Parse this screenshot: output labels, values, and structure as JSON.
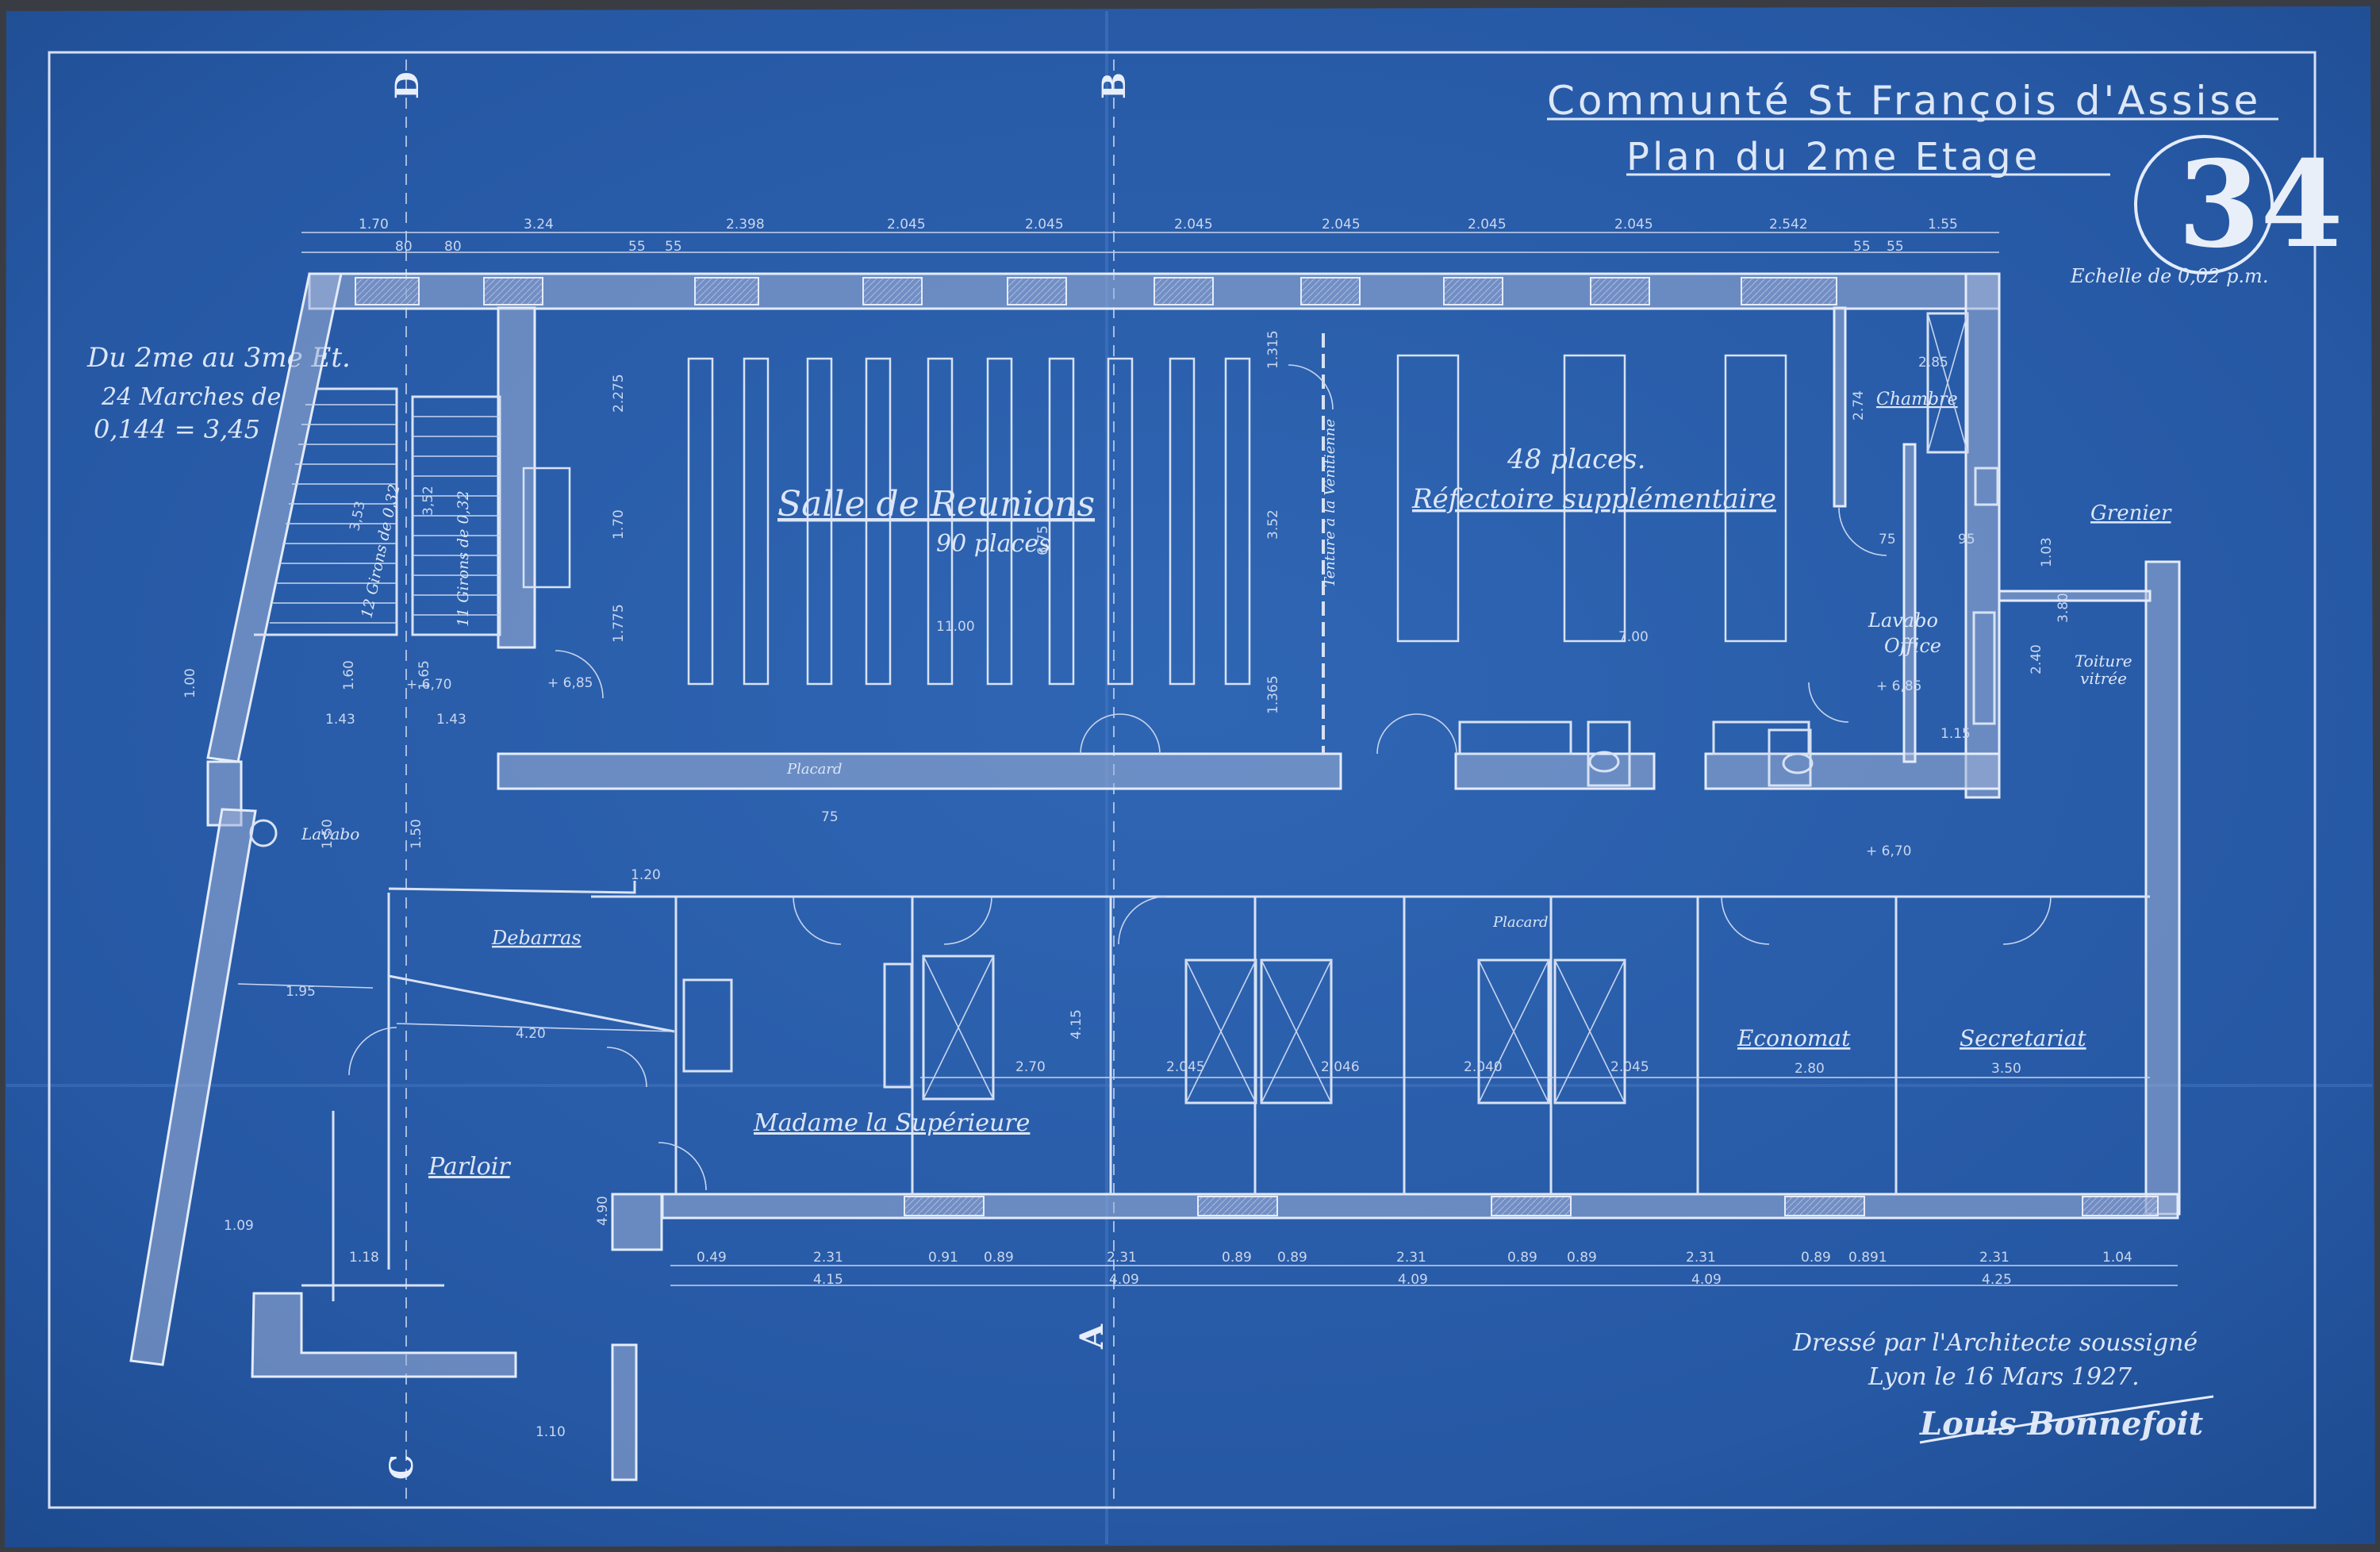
{
  "title": {
    "line1": "Communté   St François d'Assise",
    "line2": "Plan  du  2me  Etage",
    "sheet_number": "34",
    "scale": "Echelle de 0,02 p.m."
  },
  "stair_note": {
    "line1": "Du 2me au 3me Et.",
    "line2": "24 Marches de",
    "line3": "0,144 = 3,45"
  },
  "section_marks": {
    "a": "A",
    "b": "B",
    "c": "C",
    "d": "D"
  },
  "rooms": {
    "salle": "Salle de Reunions",
    "salle_places": "90 places",
    "refectoire": "Réfectoire supplémentaire",
    "refectoire_places": "48 places.",
    "chambre": "Chambre",
    "grenier": "Grenier",
    "lavabo_office": "Lavabo",
    "office": "Office",
    "toiture": "Toiture",
    "vitree": "vitrée",
    "debarras": "Debarras",
    "lavabo": "Lavabo",
    "parloir": "Parloir",
    "superieure": "Madame la Supérieure",
    "economat": "Economat",
    "secretariat": "Secretariat",
    "placard1": "Placard",
    "placard2": "Placard",
    "tenture": "Tenture à la Vénitienne"
  },
  "levels": {
    "l1": "+ 6,70",
    "l2": "+ 6,85",
    "l3": "+ 6,70",
    "l4": "+ 6,85"
  },
  "stairs": {
    "s1": "12 Girons de 0,32",
    "s2": "11 Girons de 0,32",
    "w1": "3,53",
    "w2": "3,52"
  },
  "top_dims": [
    "1.70",
    "3.24",
    "2.398",
    "2.045",
    "2.045",
    "2.045",
    "2.045",
    "2.045",
    "2.045",
    "2.542",
    "1.55"
  ],
  "top_sub_dims": [
    "80",
    "80",
    "55",
    "55",
    "55",
    "55"
  ],
  "inner_dims": {
    "d1": "11.00",
    "d2": "7.00",
    "d3": "6.75",
    "d4": "3.52",
    "d5": "1.70",
    "d6": "2.275",
    "d7": "1.775",
    "d8": "1.365",
    "d9": "1.315",
    "d10": "2.85",
    "d11": "2.74",
    "d12": "75",
    "d13": "95",
    "d14": "1.15",
    "d15": "2.40",
    "d16": "3.80",
    "d17": "1.03",
    "d18": "1.60",
    "d19": "1.65",
    "d20": "1.43",
    "d21": "1.43",
    "d22": "1.00",
    "d23": "1.95",
    "d24": "4.20",
    "d25": "1.20",
    "d26": "2.70",
    "d27": "2.045",
    "d28": "2.046",
    "d29": "2.040",
    "d30": "2.045",
    "d31": "2.80",
    "d32": "3.50",
    "d33": "4.15",
    "d34": "4.90",
    "d35": "1.18",
    "d36": "1.09",
    "d37": "1.10",
    "d38": "1.50",
    "d39": "1.50",
    "d40": "75"
  },
  "bottom_dims": [
    "0.49",
    "2.31",
    "0.91",
    "0.89",
    "2.31",
    "0.89",
    "0.89",
    "2.31",
    "0.89",
    "0.89",
    "2.31",
    "0.89",
    "0.891",
    "2.31",
    "1.04"
  ],
  "bottom_totals": [
    "4.15",
    "4.09",
    "4.09",
    "4.09",
    "4.25"
  ],
  "signature": {
    "line1": "Dressé par l'Architecte soussigné",
    "line2": "Lyon le 16 Mars 1927.",
    "name": "Louis Bonnefoit"
  }
}
